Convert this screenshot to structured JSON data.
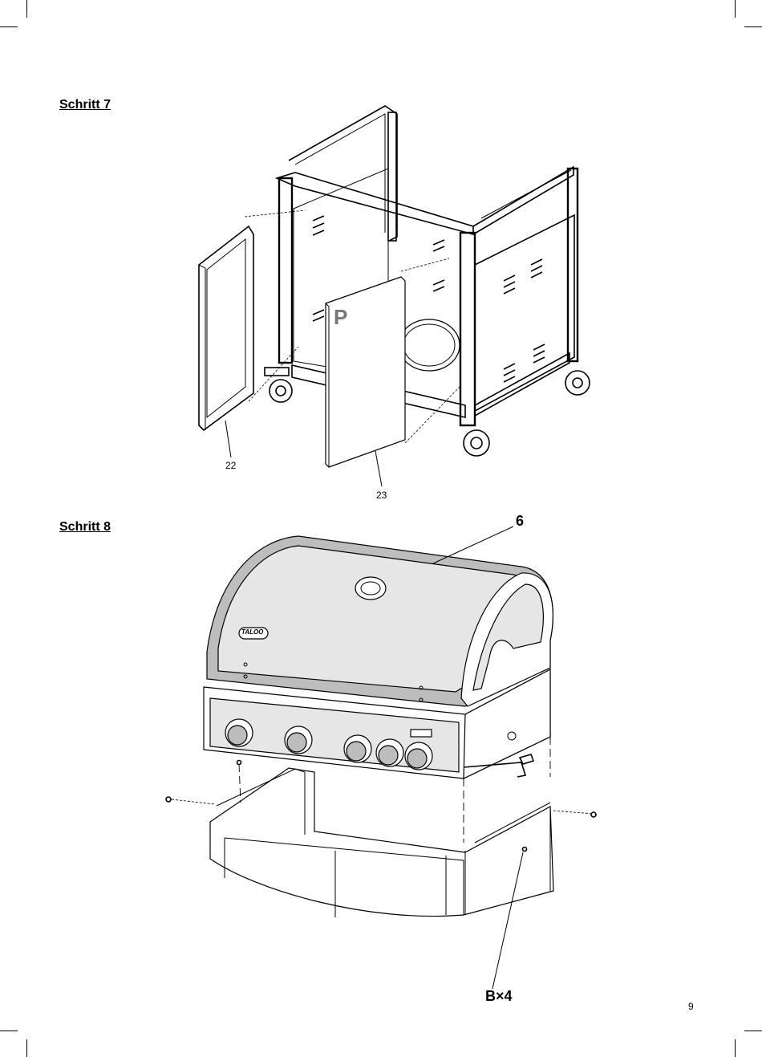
{
  "step7": {
    "title": "Schritt 7",
    "callouts": {
      "left_door": "22",
      "right_door": "23"
    },
    "door_mark": "P"
  },
  "step8": {
    "title": "Schritt 8",
    "callouts": {
      "lid": "6",
      "screws": "B×4"
    },
    "logo_text": "TALOO"
  },
  "page_number": "9"
}
